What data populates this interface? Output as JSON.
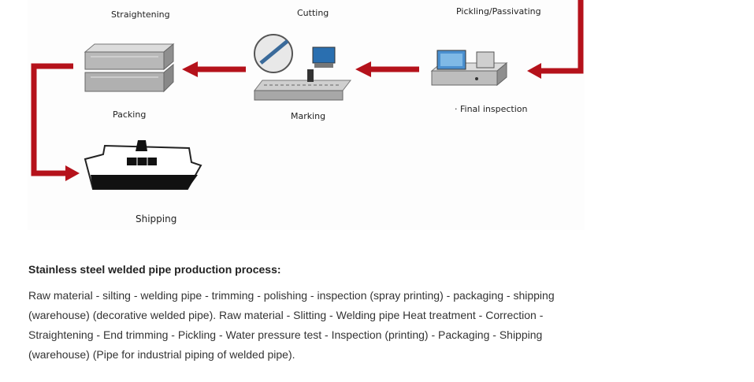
{
  "diagram": {
    "labels": {
      "straightening": "Straightening",
      "cutting": "Cutting",
      "pickling": "Pickling/Passivating",
      "packing": "Packing",
      "marking": "Marking",
      "final_inspection": "· Final inspection",
      "shipping": "Shipping"
    },
    "colors": {
      "arrow": "#b5121b",
      "machine": "#9a9a9a",
      "ship_hull": "#111111"
    }
  },
  "process": {
    "title": "Stainless steel welded pipe production process:",
    "body": "Raw material - silting - welding pipe - trimming - polishing - inspection (spray printing) - packaging - shipping (warehouse) (decorative welded pipe). Raw material - Slitting - Welding pipe Heat treatment - Correction - Straightening - End trimming - Pickling - Water pressure test - Inspection (printing) - Packaging - Shipping (warehouse) (Pipe for industrial piping of welded pipe)."
  }
}
